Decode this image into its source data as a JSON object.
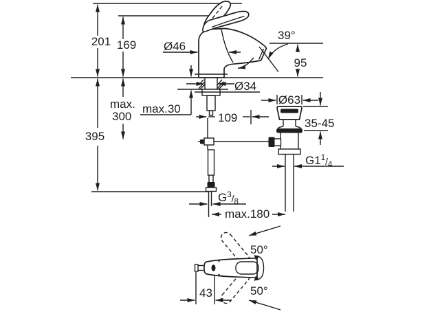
{
  "colors": {
    "line": "#1d1d1b",
    "background": "#ffffff"
  },
  "labels": {
    "overall_height": "201",
    "lever_top_height": "169",
    "body_diameter": "Ø46",
    "spout_angle": "39°",
    "spout_outlet_height": "95",
    "shank_hole_diameter": "Ø34",
    "max_deck_thickness": "max.30",
    "max_rod_depth_line1": "max.",
    "max_rod_depth_line2": "300",
    "center_distance": "109",
    "waste_flange_diameter": "Ø63",
    "basin_clamp_range": "35-45",
    "supply_hose_length": "395",
    "waste_thread_prefix": "G1",
    "waste_thread_numerator": "1",
    "waste_thread_slash": "/",
    "waste_thread_denominator": "4",
    "supply_thread_prefix": "G",
    "supply_thread_numerator": "3",
    "supply_thread_slash": "/",
    "supply_thread_denominator": "8",
    "max_rod_reach": "max.180",
    "handle_swing_upper": "50°",
    "handle_swing_lower": "50°",
    "handle_lever_offset": "43"
  }
}
